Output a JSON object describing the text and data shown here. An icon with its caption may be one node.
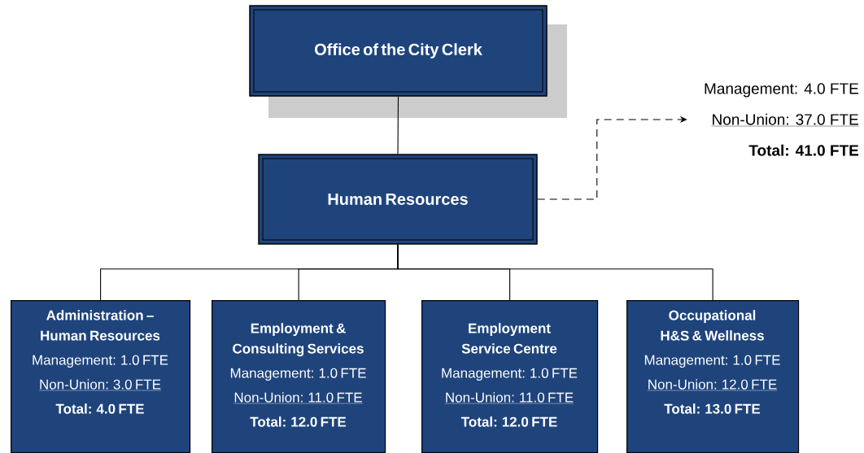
{
  "diagram": {
    "nodes": [
      {
        "text": [
          "Office of the City Clerk"
        ]
      },
      {
        "text": [
          "Human Resources"
        ]
      },
      {
        "text": [
          "Management: 4.0 FTE",
          "Non-Union: 37.0 FTE",
          "Total: 41.0 FTE"
        ]
      },
      {
        "text": [
          "Administration – Human Resources",
          "Management: 1.0 FTE",
          "Non-Union: 3.0 FTE",
          "Total:  4.0 FTE"
        ]
      },
      {
        "text": [
          "Employment & Consulting Services",
          "Management:  1.0 FTE",
          "Non-Union: 11.0 FTE",
          "Total:  12.0 FTE"
        ]
      },
      {
        "text": [
          "Employment Service Centre",
          "Management:  1.0 FTE",
          "Non-Union:  11.0 FTE",
          "Total:  12.0 FTE"
        ]
      },
      {
        "text": [
          "Occupational H&S & Wellness",
          "Management:  1.0 FTE",
          "Non-Union: 12.0 FTE",
          "Total:  13.0 FTE"
        ]
      }
    ],
    "edges": [
      {
        "from": 0,
        "to": 1,
        "arrow": "none"
      },
      {
        "from": 1,
        "to": 2,
        "arrow": "to",
        "style": "dashed"
      },
      {
        "from": 1,
        "to": 3,
        "arrow": "none"
      },
      {
        "from": 1,
        "to": 4,
        "arrow": "none"
      },
      {
        "from": 1,
        "to": 5,
        "arrow": "none"
      },
      {
        "from": 1,
        "to": 6,
        "arrow": "none"
      }
    ]
  }
}
